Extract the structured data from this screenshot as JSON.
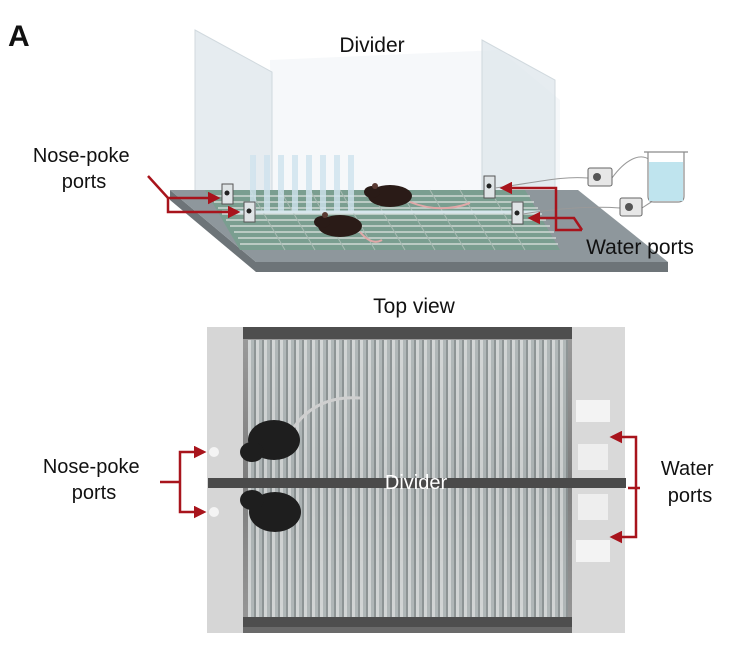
{
  "panel_label": "A",
  "top": {
    "divider_label": "Divider",
    "nose_poke_label": [
      "Nose-poke",
      "ports"
    ],
    "water_label": "Water ports"
  },
  "bottom": {
    "title": "Top view",
    "divider_label": "Divider",
    "nose_poke_label": [
      "Nose-poke",
      "ports"
    ],
    "water_label": [
      "Water",
      "ports"
    ]
  },
  "colors": {
    "arrow": "#a8141c",
    "platform_top": "#8e979c",
    "platform_side": "#6d7478",
    "grid_green": "#7a9e90",
    "grid_bar": "#cfd8d4",
    "glass": "#eaf0f4",
    "mouse": "#2a1b17",
    "mouse_tail": "#e0a8a8",
    "water": "#bfe4ee"
  }
}
